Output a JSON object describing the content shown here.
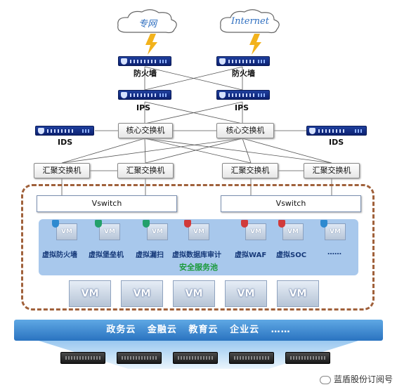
{
  "clouds": {
    "left": "专网",
    "right": "Internet"
  },
  "firewall": {
    "left": "防火墙",
    "right": "防火墙"
  },
  "ips": {
    "left": "IPS",
    "right": "IPS"
  },
  "ids": {
    "left": "IDS",
    "right": "IDS"
  },
  "core_switch": {
    "left": "核心交换机",
    "right": "核心交换机"
  },
  "agg_switch": [
    "汇聚交换机",
    "汇聚交换机",
    "汇聚交换机",
    "汇聚交换机"
  ],
  "vswitch": [
    "Vswitch",
    "Vswitch"
  ],
  "security_pool": {
    "title": "安全服务池",
    "vm_label": "VM",
    "items": [
      "虚拟防火墙",
      "虚拟堡垒机",
      "虚拟漏扫",
      "虚拟数据库审计",
      "虚拟WAF",
      "虚拟SOC",
      "……"
    ]
  },
  "vms": [
    "VM",
    "VM",
    "VM",
    "VM",
    "VM"
  ],
  "cloud_bar": "政务云   金融云   教育云   企业云   ……",
  "watermark": "蓝盾股份订阅号",
  "colors": {
    "accent": "#2a73c0",
    "pool": "#a8c8ec",
    "dashed_border": "#a0613b",
    "pool_title": "#1a9a3a"
  }
}
